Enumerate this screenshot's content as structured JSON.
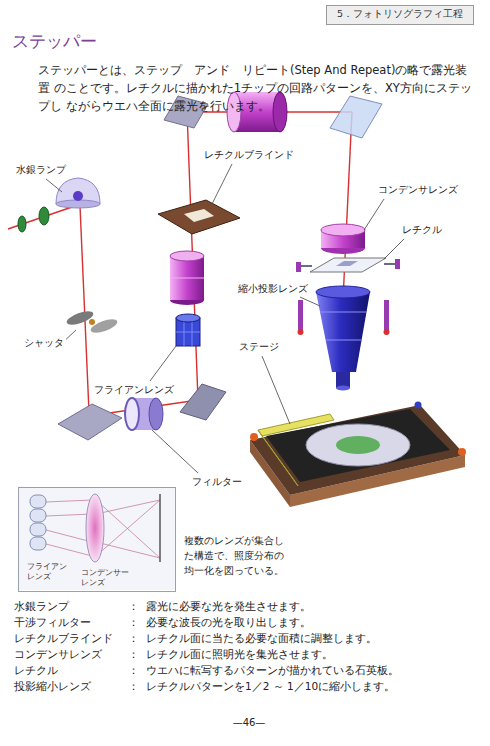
{
  "diagram": {
    "title": "ステッパー",
    "nodes": [
      {
        "text": [
          "5．フォトリソグラフィ工程"
        ]
      },
      {
        "text": [
          "フライアン レンズ",
          "コンデンサー レンズ"
        ]
      }
    ],
    "labels": [
      "ステッパーとは、ステップ　アンド　リピート(Step And Repeat)の略で露光装置 のことです。レチクルに描かれた1チップの回路パターンを、XY方向にステップし ながらウエハ全面に露光を行います。",
      "水銀ランプ",
      "レチクルブラインド",
      "コンデンサレンズ",
      "レチクル",
      "縮小投影レンズ",
      "ステージ",
      "シャッタ",
      "フライアンレンズ",
      "フィルター",
      "複数のレンズが集合し た構造で、照度分布の 均一化を図っている。",
      "水銀ランプ",
      "：",
      "露光に必要な光を発生させます。",
      "干渉フィルター",
      "：",
      "必要な波長の光を取り出します。",
      "レチクルブラインド",
      "：",
      "レチクル面に当たる必要な面積に調整します。",
      "コンデンサレンズ",
      "：",
      "レチクル面に照明光を集光させます。",
      "レチクル",
      "：",
      "ウエハに転写するパターンが描かれている石英板。",
      "投影縮小レンズ",
      "：",
      "レチクルパターンを1／2 ～ 1／10に縮小します。",
      "—46—"
    ]
  }
}
